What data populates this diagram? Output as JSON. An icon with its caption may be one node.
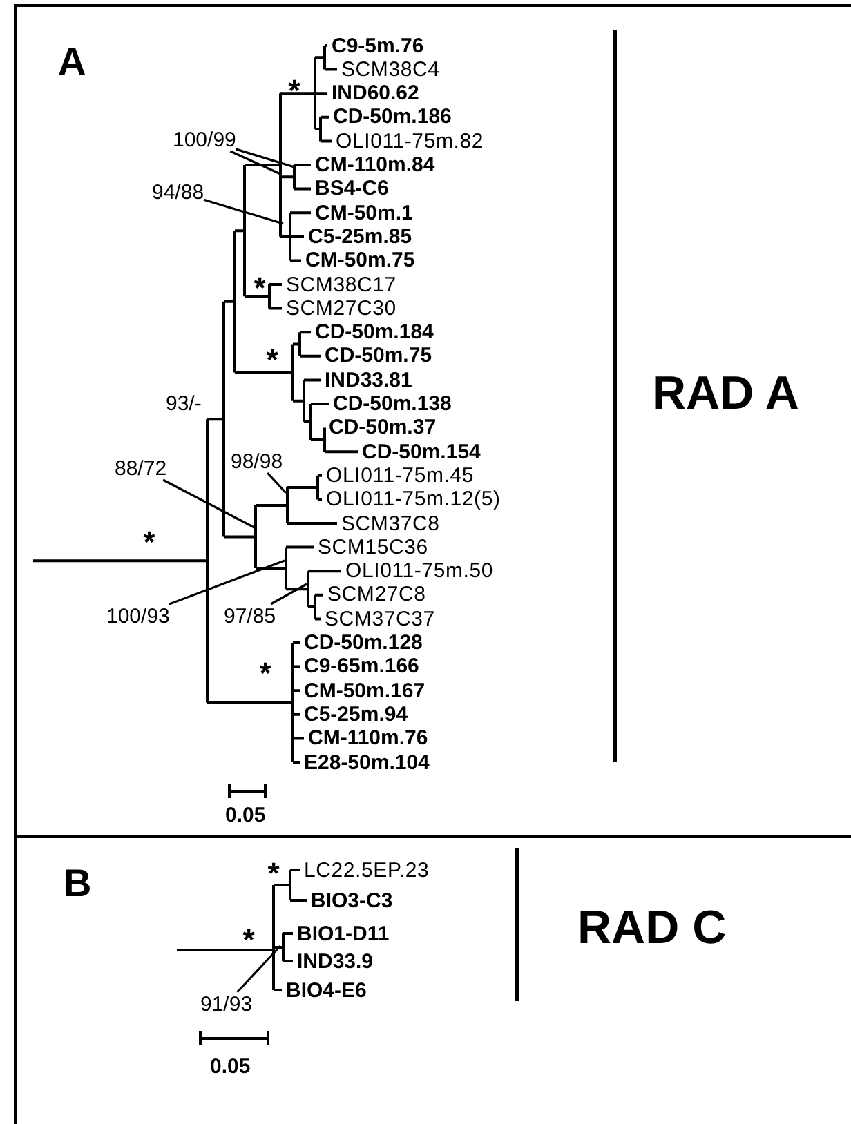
{
  "diagram": {
    "nodes": [
      {
        "text": [
          "A"
        ]
      },
      {
        "text": [
          "100/99"
        ],
        "in": 0
      },
      {
        "text": [
          "94/88"
        ],
        "in": 0
      },
      {
        "text": [
          "88/72"
        ],
        "in": 0
      },
      {
        "text": [
          "98/98"
        ],
        "in": 0
      },
      {
        "text": [
          "100/93"
        ],
        "in": 0
      },
      {
        "text": [
          "97/85"
        ],
        "in": 0
      },
      {
        "text": [
          "B"
        ]
      },
      {
        "text": [
          "91/93"
        ],
        "in": 7
      }
    ],
    "edges": [
      {
        "from": 1,
        "to": null,
        "arrow": "none"
      },
      {
        "from": 1,
        "to": null,
        "arrow": "none"
      },
      {
        "from": 2,
        "to": null,
        "arrow": "none"
      },
      {
        "from": 3,
        "to": null,
        "arrow": "none"
      },
      {
        "from": 4,
        "to": null,
        "arrow": "none"
      },
      {
        "from": 5,
        "to": null,
        "arrow": "none"
      },
      {
        "from": 6,
        "to": null,
        "arrow": "none"
      },
      {
        "from": 8,
        "to": null,
        "arrow": "none"
      }
    ],
    "labels": [
      "C9-5m.76",
      "SCM38C4",
      "IND60.62",
      "CD-50m.186",
      "OLI011-75m.82",
      "CM-110m.84",
      "BS4-C6",
      "CM-50m.1",
      "C5-25m.85",
      "CM-50m.75",
      "SCM38C17",
      "SCM27C30",
      "CD-50m.184",
      "CD-50m.75",
      "IND33.81",
      "CD-50m.138",
      "CD-50m.37",
      "CD-50m.154",
      "OLI011-75m.45",
      "OLI011-75m.12(5)",
      "SCM37C8",
      "SCM15C36",
      "OLI011-75m.50",
      "SCM27C8",
      "SCM37C37",
      "CD-50m.128",
      "C9-65m.166",
      "CM-50m.167",
      "C5-25m.94",
      "CM-110m.76",
      "E28-50m.104",
      "93/-",
      "*",
      "*",
      "*",
      "*",
      "*",
      "RAD A",
      "0.05",
      "LC22.5EP.23",
      "BIO3-C3",
      "BIO1-D11",
      "IND33.9",
      "BIO4-E6",
      "*",
      "*",
      "RAD C",
      "0.05"
    ]
  }
}
